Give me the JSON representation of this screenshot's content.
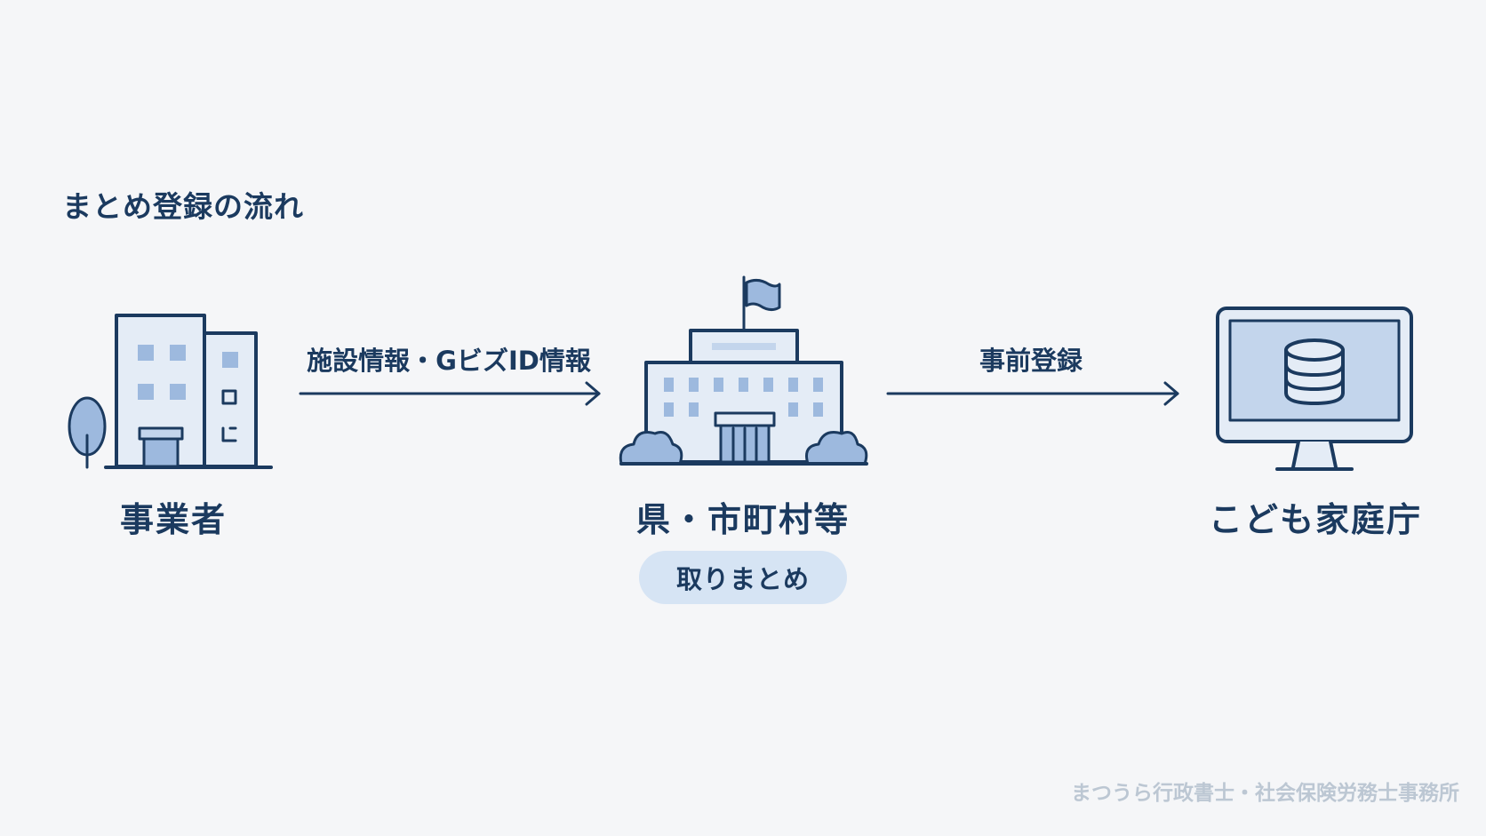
{
  "title": "まとめ登録の流れ",
  "nodes": [
    {
      "label": "事業者",
      "icon": "office-building-icon"
    },
    {
      "label": "県・市町村等",
      "icon": "government-building-icon"
    },
    {
      "label": "こども家庭庁",
      "icon": "database-monitor-icon"
    }
  ],
  "flows": [
    {
      "label": "施設情報・GビズID情報",
      "icon": "arrow-right-icon"
    },
    {
      "label": "事前登録",
      "icon": "arrow-right-icon"
    }
  ],
  "badge": "取りまとめ",
  "credit": "まつうら行政書士・社会保険労務士事務所",
  "colors": {
    "background": "#f5f6f8",
    "primary": "#1b3a5f",
    "accent_light": "#d6e4f4",
    "accent_mid": "#9db9de",
    "credit": "#bcc7d3"
  }
}
